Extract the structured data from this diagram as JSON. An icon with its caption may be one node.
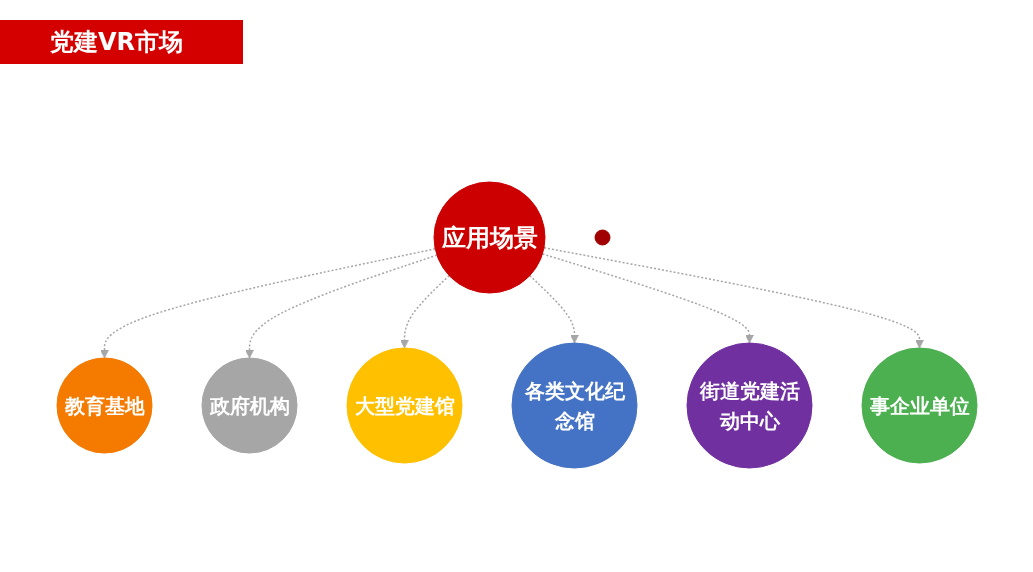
{
  "diagram": {
    "title": "党建VR市场",
    "nodes": [
      {
        "text": [
          "应用场景"
        ]
      },
      {
        "text": [
          "教育基地"
        ]
      },
      {
        "text": [
          "政府机构"
        ]
      },
      {
        "text": [
          "大型党建馆"
        ]
      },
      {
        "text": [
          "各类文化纪念馆"
        ]
      },
      {
        "text": [
          "街道党建活动中心"
        ]
      },
      {
        "text": [
          "事企业单位"
        ]
      },
      {
        "text": [],
        "shape": "circle"
      }
    ],
    "edges": [
      {
        "from": 0,
        "to": 1,
        "arrow": "to",
        "style": "dashed"
      },
      {
        "from": 0,
        "to": 2,
        "arrow": "to",
        "style": "dashed"
      },
      {
        "from": 0,
        "to": 3,
        "arrow": "to",
        "style": "dashed"
      },
      {
        "from": 0,
        "to": 4,
        "arrow": "to",
        "style": "dashed"
      },
      {
        "from": 0,
        "to": 5,
        "arrow": "to",
        "style": "dashed"
      },
      {
        "from": 0,
        "to": 6,
        "arrow": "to",
        "style": "dashed"
      }
    ]
  }
}
